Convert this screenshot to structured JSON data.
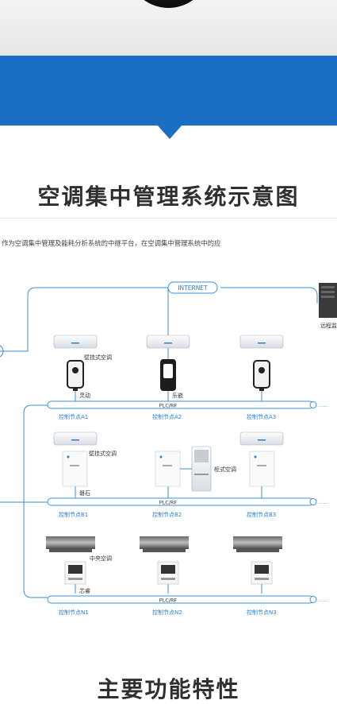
{
  "banner": {
    "title": "产品典型应用及主要功"
  },
  "section": {
    "title": "空调集中管理系统示意图"
  },
  "description": "作为空调集中管理及能耗分析系统的中继平台，在空调集中管理系统中的应",
  "diagram": {
    "internet_label": "INTERNET",
    "remote_label": "远程监",
    "bus_label": "PLC/RF",
    "bus_suffix": "……",
    "row_a": {
      "ac_label": "壁挂式空调",
      "dev1": "灵动",
      "dev2": "乐嵌",
      "nodes": [
        "控制节点A1",
        "控制节点A2",
        "控制节点A3"
      ]
    },
    "row_b": {
      "ac_label": "壁挂式空调",
      "dev1": "磐石",
      "cab_label": "柜式空调",
      "nodes": [
        "控制节点B1",
        "控制节点B2",
        "控制节点B3"
      ]
    },
    "row_n": {
      "ac_label": "中央空调",
      "dev1": "芯睿",
      "nodes": [
        "控制节点N1",
        "控制节点N2",
        "控制节点N3"
      ]
    }
  },
  "next_section": {
    "title": "主要功能特性"
  },
  "colors": {
    "brand_blue": "#1a6fc4",
    "line_blue": "#3a8fd8",
    "node_blue": "#2a7fd0"
  }
}
